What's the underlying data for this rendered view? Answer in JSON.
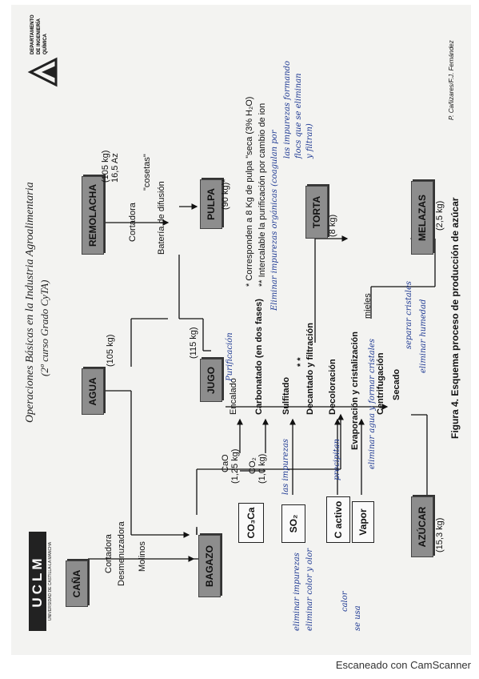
{
  "header": {
    "university_name": "UCLM",
    "university_sub": "UNIVERSIDAD DE CASTILLA-LA MANCHA",
    "title": "Operaciones Básicas en la Industria Agroalimentaria",
    "subtitle": "(2º curso Grado CyTA)",
    "department_line1": "DEPARTAMENTO",
    "department_line2": "DE INGENIERÍA",
    "department_line3": "QUÍMICA",
    "author": "P. Cañizares/F.J. Fernández"
  },
  "nodes": {
    "cana": "CAÑA",
    "agua": "AGUA",
    "remolacha": "REMOLACHA",
    "jugo": "JUGO",
    "pulpa": "PULPA",
    "bagazo": "BAGAZO",
    "co3ca": "CO₃Ca",
    "so2": "SO₂",
    "c_activo": "C activo",
    "vapor": "Vapor",
    "torta": "TORTA",
    "melazas": "MELAZAS",
    "azucar": "AZÚCAR"
  },
  "labels": {
    "cortadora": "Cortadora",
    "desmenuzadora": "Desmenuzadora",
    "molinos": "Molinos",
    "agua_qty": "(105 kg)",
    "remolacha_qty": "(105 kg)",
    "remolacha_az": "16,5 Az",
    "cortadora2": "Cortadora",
    "cosetas": "\"cosetas\"",
    "bateria": "Batería de difusión",
    "pulpa_qty": "(90 kg)*",
    "jugo_qty": "(115 kg)",
    "encalado": "Encalado",
    "cao": "CaO",
    "cao_qty": "(1,25 kg)",
    "carbonatado": "Carbonatado (en dos fases)",
    "co2": "CO₂",
    "co2_qty": "(1,0 kg)",
    "sulfitado": "Sulfitado",
    "double_star": "* *",
    "decantado": "Decantado y filtración",
    "torta_qty": "(8 kg)",
    "decoloracion": "Decoloración",
    "evaporacion": "Evaporación y cristalización",
    "mieles": "mieles",
    "centrifugacion": "Centrifugación",
    "secado": "Secado",
    "melazas_qty": "(2,5 kg)",
    "azucar_qty": "(15,3 kg)",
    "note1": "* Corresponden a 8 Kg de pulpa \"seca (3% H₂O)",
    "note2": "** Intercalable la purificación por cambio de ion",
    "caption": "Figura 4. Esquema proceso de producción de azúcar"
  },
  "handwriting": {
    "h_purificacion": "Purificación",
    "h_impurezas": "Eliminar impurezas orgánicas (coagulan por",
    "h_impurezas2": "las impurezas formando",
    "h_impurezas3": "flocs que se eliminan",
    "h_impurezas4": "y filtran)",
    "h_las_impurezas": "las impurezas",
    "h_precip": "precipitan",
    "h_elim_cristal": "eliminar agua y formar cristales",
    "h_separar": "separar cristales",
    "h_humedad": "eliminar humedad",
    "h_left1": "eliminar impurezas",
    "h_left2": "eliminar color y olor",
    "h_left3": "calor",
    "h_left4": "se usa"
  },
  "footer": {
    "scanner": "Escaneado con CamScanner"
  },
  "colors": {
    "box_fill": "#8d8d8d",
    "ink_blue": "#1f3a93"
  }
}
